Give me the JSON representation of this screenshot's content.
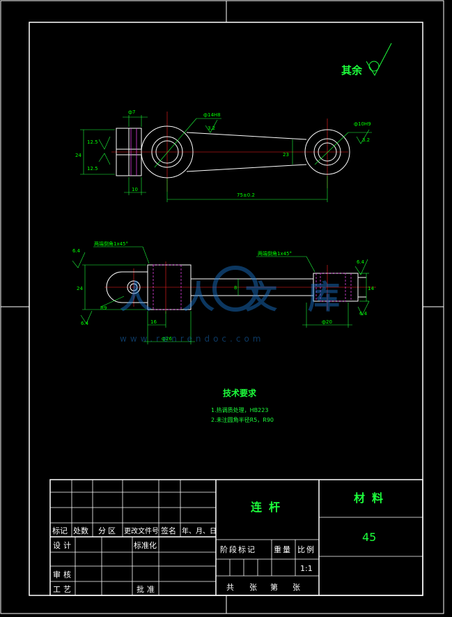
{
  "roughness_note": "其余",
  "views": {
    "top": {
      "dim_phi7": "ф7",
      "dim_big_boss": "ф14H8",
      "dim_big_ra": "3.2",
      "dim_small_boss": "ф10H9",
      "dim_small_ra": "3.2",
      "dim_left_height": "24",
      "dim_ra_upper": "12.5",
      "dim_ra_lower": "12.5",
      "dim_width_10": "10",
      "dim_center": "75±0.2",
      "dim_web": "23"
    },
    "front": {
      "chamfer_left": "两端倒角1x45°",
      "chamfer_right": "两端倒角1x45°",
      "ra_left_top": "6.4",
      "ra_left_bottom": "6.4",
      "ra_right_top": "6.4",
      "ra_right_bottom": "6.4",
      "dim_height_left": "24",
      "dim_r": "R9",
      "dim_16": "16",
      "dim_phi26": "ф26",
      "dim_8": "8",
      "dim_right_height": "14",
      "dim_phi20": "ф20"
    }
  },
  "watermark": {
    "brand": "人人文库",
    "url": "www.renrendoc.com"
  },
  "tech": {
    "title": "技术要求",
    "item1": "1.热调质处理，HB223",
    "item2": "2.未注圆角半径R5，R90"
  },
  "title_block": {
    "part_name": "连杆",
    "material_label": "材料",
    "material": "45",
    "mark": "标记",
    "count": "处数",
    "zone": "分区",
    "change_doc": "更改文件号",
    "signature": "签名",
    "date": "年、月、日",
    "design": "设计",
    "standardize": "标准化",
    "review": "审核",
    "process": "工艺",
    "approve": "批准",
    "stage_mark": "阶段标记",
    "weight": "重量",
    "scale_label": "比例",
    "scale": "1:1",
    "total_sheets": "共",
    "sheets": "张",
    "sheet_no": "第",
    "sheet_unit": "张"
  }
}
